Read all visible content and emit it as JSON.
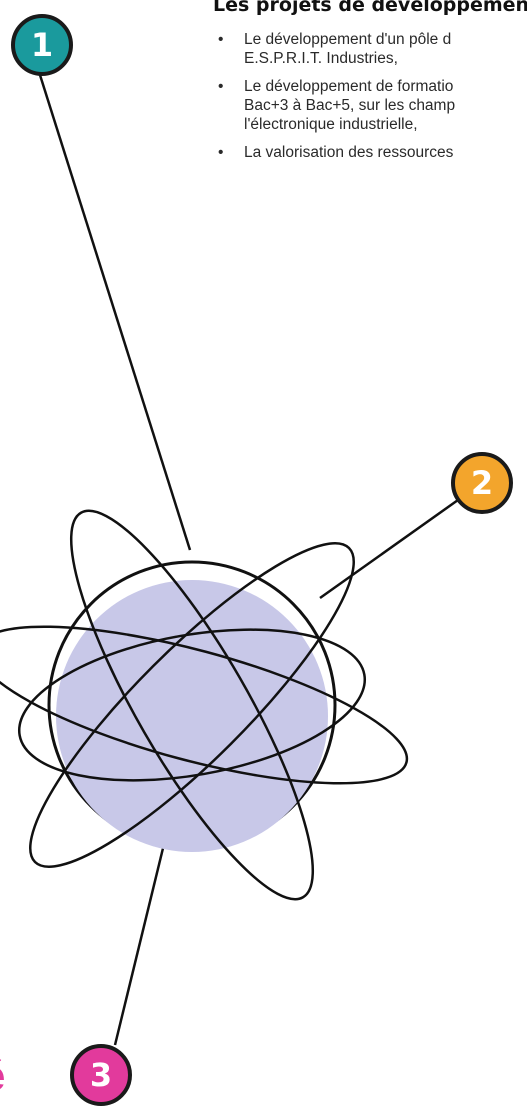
{
  "section": {
    "heading": "Les projets de développement",
    "bullets": [
      {
        "lines": [
          "Le développement d'un pôle d",
          "E.S.P.R.I.T. Industries,"
        ]
      },
      {
        "lines": [
          "Le développement de formatio",
          "Bac+3 à Bac+5, sur les champ",
          "l'électronique industrielle,"
        ]
      },
      {
        "lines": [
          "La valorisation des ressources"
        ]
      }
    ]
  },
  "badges": [
    {
      "label": "1",
      "color": "#1a9a9d"
    },
    {
      "label": "2",
      "color": "#f3a52c"
    },
    {
      "label": "3",
      "color": "#e23a9c"
    }
  ],
  "edge_mark": "é",
  "colors": {
    "globe_fill": "#c8c8e8",
    "stroke": "#111111"
  },
  "icons": [
    "globe-icon"
  ]
}
